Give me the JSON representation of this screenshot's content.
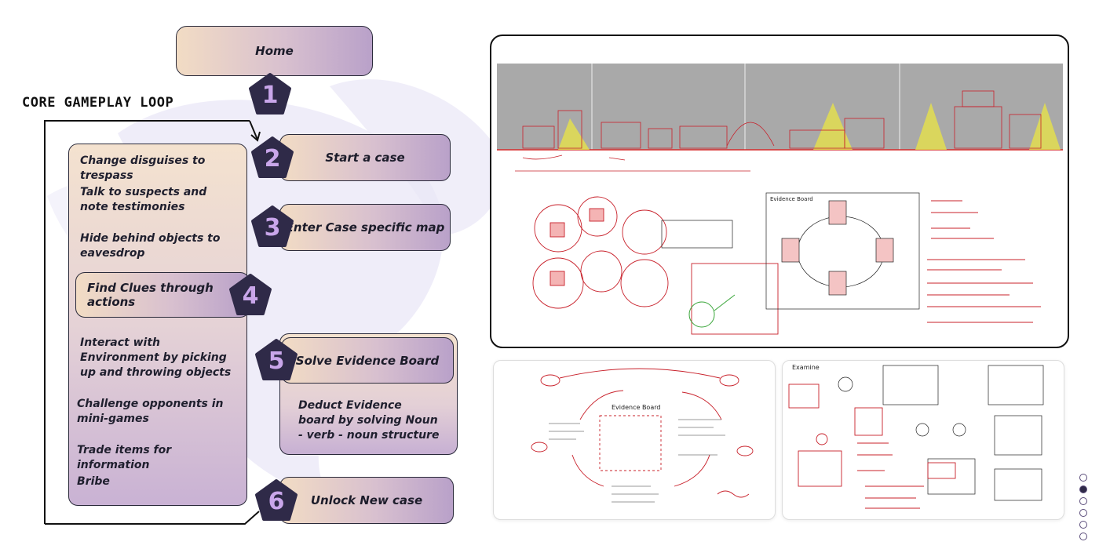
{
  "title": "CORE GAMEPLAY LOOP",
  "flow": {
    "home": "Home",
    "steps": [
      {
        "number": "1"
      },
      {
        "number": "2",
        "label": "Start a case"
      },
      {
        "number": "3",
        "label": "Enter Case specific map"
      },
      {
        "number": "4",
        "label": "Find Clues through actions"
      },
      {
        "number": "5",
        "label": "Solve Evidence Board",
        "detail": "Deduct Evidence board by solving Noun - verb - noun structure"
      },
      {
        "number": "6",
        "label": "Unlock New case"
      }
    ]
  },
  "loop_actions": [
    "Change disguises to trespass",
    "Talk to suspects and note testimonies",
    "Hide behind objects to eavesdrop",
    "Interact with Environment by picking up and throwing objects",
    "Challenge opponents in mini-games",
    "Trade items for information",
    "Bribe"
  ],
  "sketches": {
    "top_label": "Evidence Board",
    "bottom_left_label": "Evidence Board",
    "bottom_right_label": "Examine"
  },
  "pagination": {
    "total": 6,
    "active": 2
  },
  "colors": {
    "badge_fill": "#2f2a48",
    "badge_number": "#c9a6ea",
    "accent_red": "#c8202a"
  }
}
